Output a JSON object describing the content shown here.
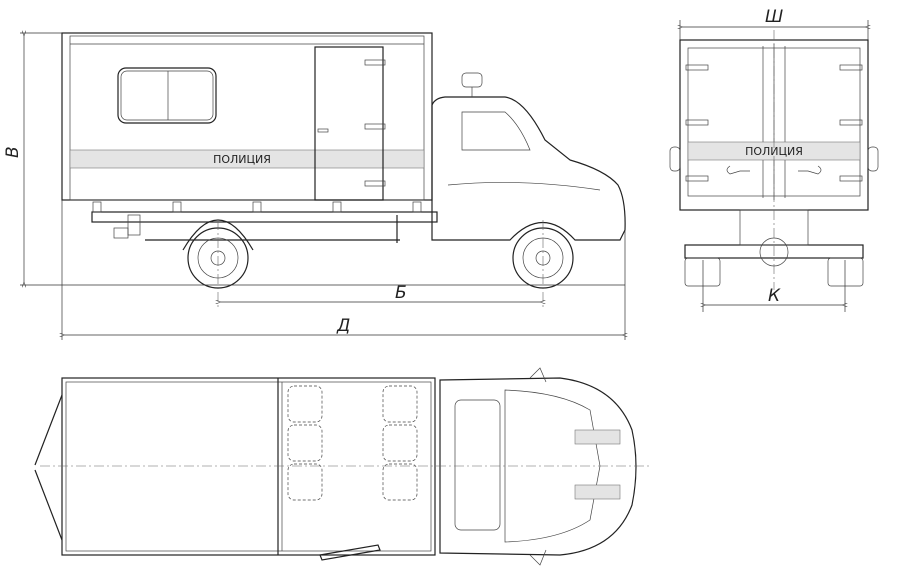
{
  "side_view": {
    "marking": "ПОЛИЦИЯ"
  },
  "rear_view": {
    "marking": "ПОЛИЦИЯ"
  },
  "dimensions": {
    "height": "В",
    "wheelbase": "Б",
    "length": "Д",
    "width": "Ш",
    "track": "К"
  }
}
